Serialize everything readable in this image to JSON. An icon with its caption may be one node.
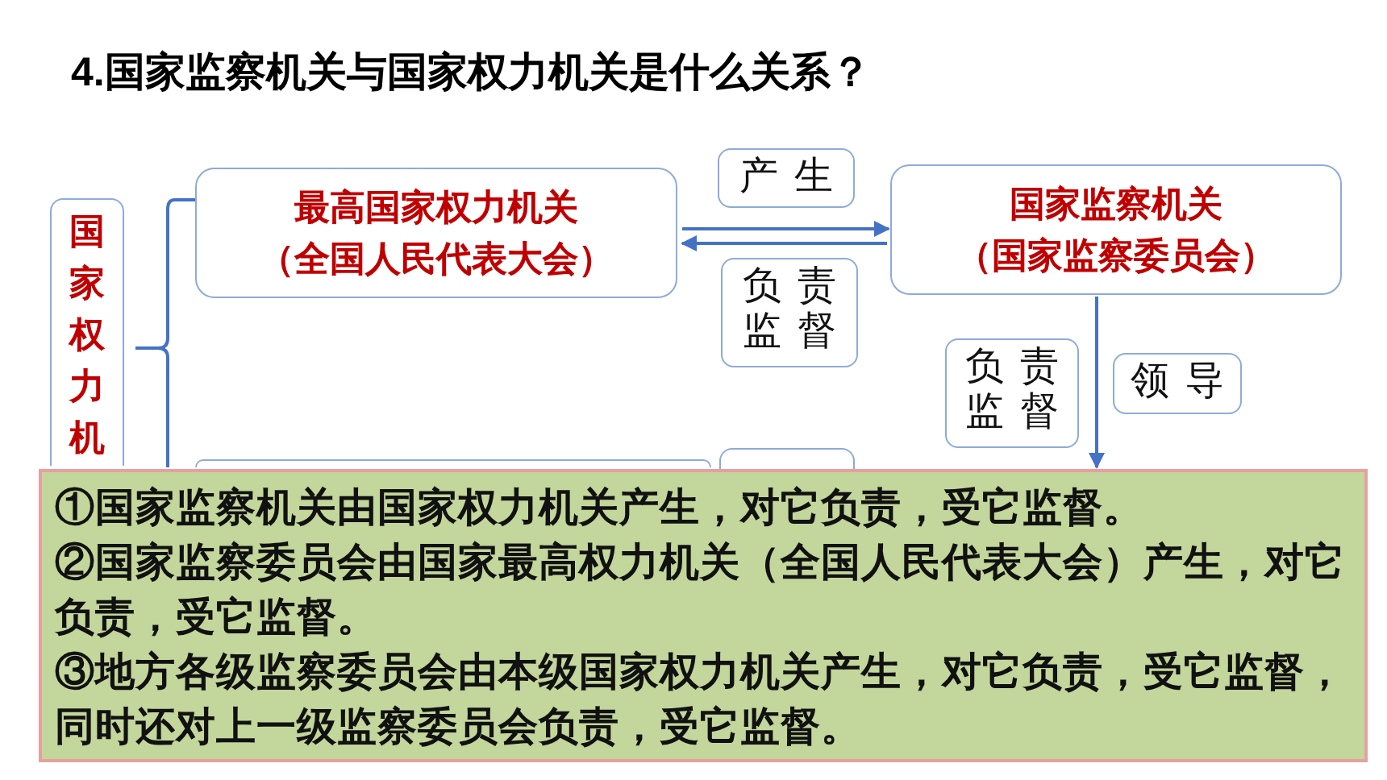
{
  "diagram": {
    "title": "4.国家监察机关与国家权力机关是什么关系？",
    "nodes": [
      {
        "text": [
          "国家权力机"
        ]
      },
      {
        "text": [
          "最高国家权力机关",
          "（全国人民代表大会）"
        ]
      },
      {
        "text": [
          "国家监察机关",
          "（国家监察委员会）"
        ]
      },
      {
        "text": [],
        "shape": "box"
      },
      {
        "text": [
          "①国家监察机关由国家权力机关产生，对它负责，受它监督。",
          "②国家监察委员会由国家最高权力机关（全国人民代表大会）产生，对它负责，受它监督。",
          "③地方各级监察委员会由本级国家权力机关产生，对它负责，受它监督，同时还对上一级监察委员会负责，受它监督。"
        ]
      }
    ],
    "edges": [
      {
        "from": 1,
        "to": 2,
        "arrow": "to",
        "label": "产生"
      },
      {
        "from": 2,
        "to": 1,
        "arrow": "to",
        "label": "负责监督"
      },
      {
        "from": 2,
        "to": 4,
        "arrow": "to",
        "label": "领导"
      }
    ],
    "labels": [
      "负责监督"
    ]
  }
}
